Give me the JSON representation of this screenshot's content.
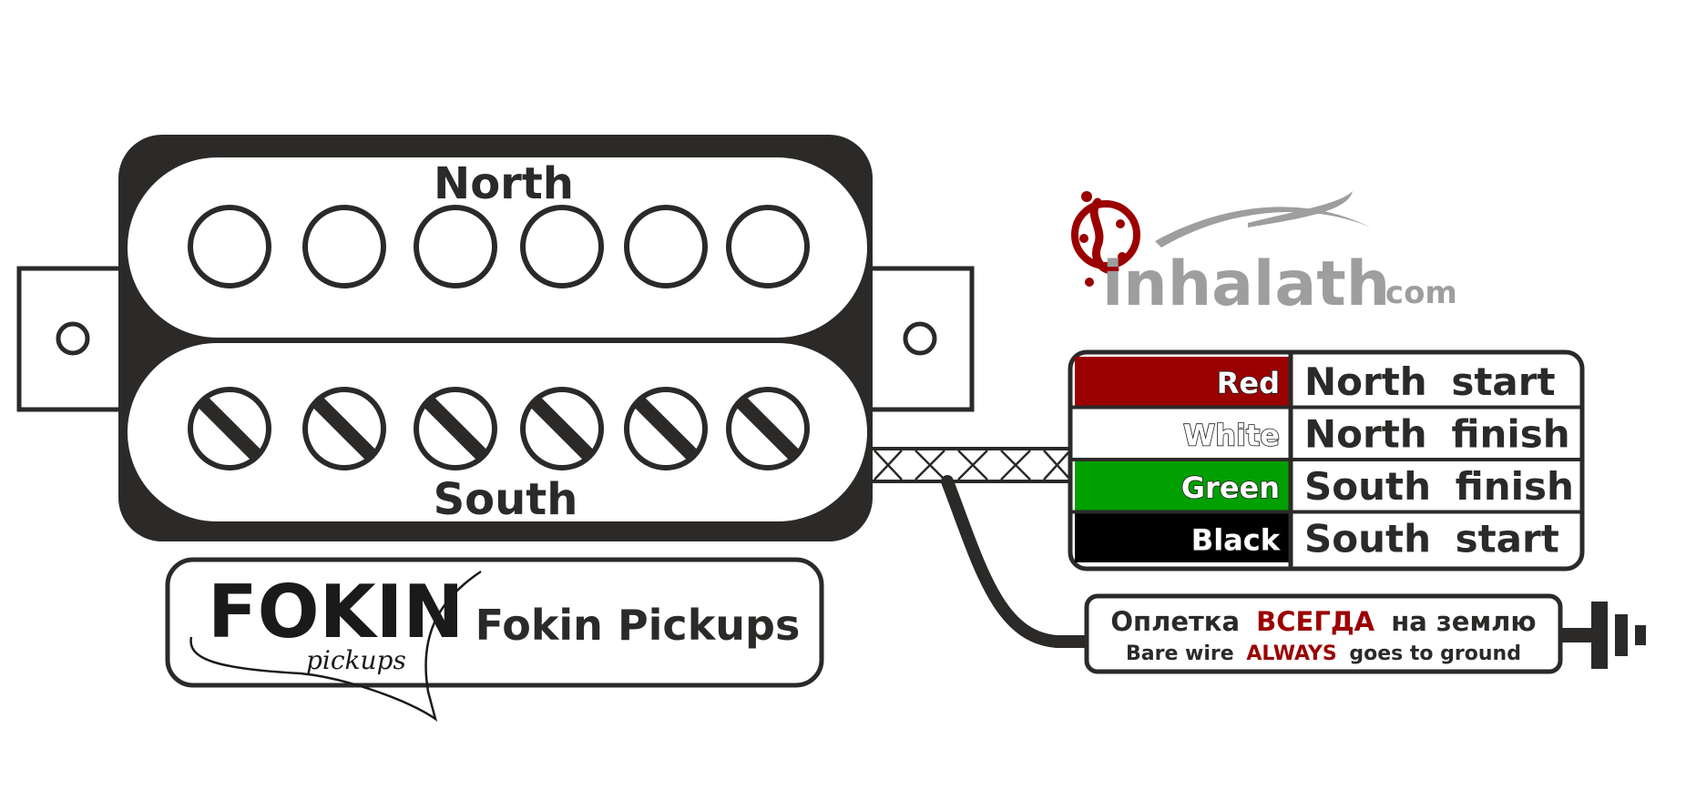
{
  "pickup": {
    "north_label": "North",
    "south_label": "South"
  },
  "logo": {
    "site": "inhalath",
    "tld": ".com",
    "icon": "gecko-icon"
  },
  "wires": [
    {
      "color_name": "Red",
      "description": "North start",
      "color": "#9b0000",
      "text_color": "#ffffff"
    },
    {
      "color_name": "White",
      "description": "North finish",
      "color": "#ffffff",
      "text_color": "#ffffff"
    },
    {
      "color_name": "Green",
      "description": "South finish",
      "color": "#00a000",
      "text_color": "#ffffff"
    },
    {
      "color_name": "Black",
      "description": "South start",
      "color": "#000000",
      "text_color": "#ffffff"
    }
  ],
  "ground_note": {
    "ru_prefix": "Оплетка",
    "ru_emphasis": "ВСЕГДА",
    "ru_suffix": "на землю",
    "en_prefix": "Bare wire",
    "en_emphasis": "ALWAYS",
    "en_suffix": "goes to ground",
    "emphasis_color": "#9b0000"
  },
  "brand": {
    "logo_main": "FOKIN",
    "logo_sub": "pickups",
    "name": "Fokin Pickups"
  },
  "colors": {
    "dark": "#2b2a28",
    "accent": "#9b0000",
    "logo_gray": "#9e9e9e"
  }
}
